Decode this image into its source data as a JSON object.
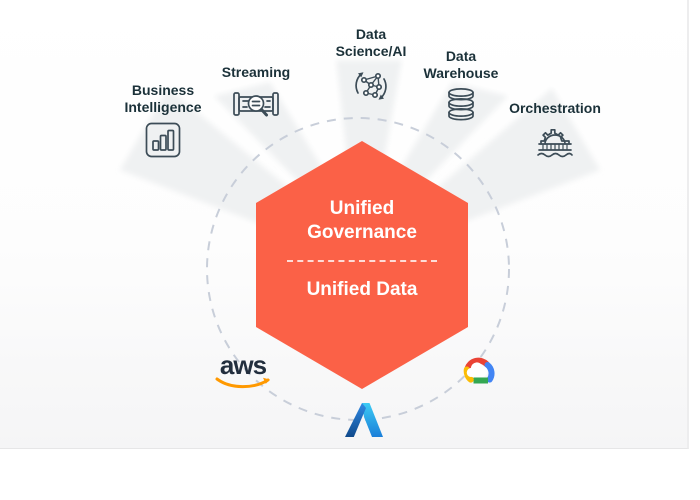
{
  "slide": {
    "hexagon": {
      "governance_label": "Unified Governance",
      "data_label": "Unified Data",
      "color": "#FB6147"
    },
    "nodes": [
      {
        "label": "Business\nIntelligence",
        "icon": "bar-chart-icon"
      },
      {
        "label": "Streaming",
        "icon": "pipeline-magnifier-icon"
      },
      {
        "label": "Data\nScience/AI",
        "icon": "network-cycle-icon"
      },
      {
        "label": "Data\nWarehouse",
        "icon": "database-stack-icon"
      },
      {
        "label": "Orchestration",
        "icon": "gear-bridge-icon"
      }
    ],
    "logos": {
      "aws_text": "aws"
    },
    "colors": {
      "label_text": "#1B3139",
      "icon_stroke": "#3C4C57",
      "dashed_circle": "#C8CED9",
      "ray_fill": "#EEF0F1",
      "aws_smile": "#FF9900",
      "aws_text_color": "#232F3E",
      "azure_blue_light": "#3CCBF4",
      "azure_blue_dark": "#114A8B",
      "google_red": "#EA4335",
      "google_blue": "#4285F4",
      "google_green": "#34A853",
      "google_yellow": "#FBBC05"
    }
  }
}
